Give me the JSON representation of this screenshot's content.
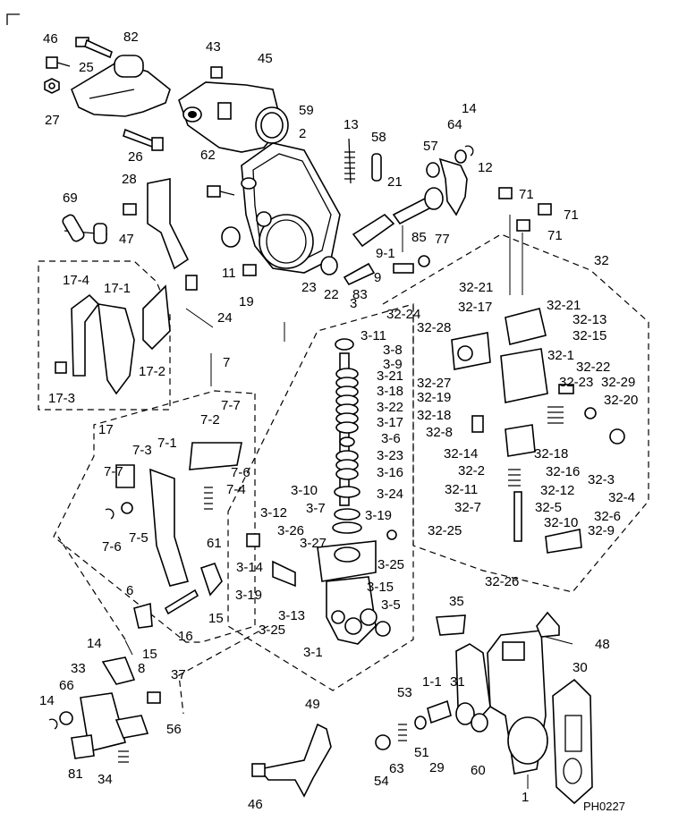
{
  "drawing_code": "PH0227",
  "labels": {
    "l46a": "46",
    "l25": "25",
    "l82": "82",
    "l43": "43",
    "l45": "45",
    "l27": "27",
    "l59": "59",
    "l13": "13",
    "l58": "58",
    "l14a": "14",
    "l64": "64",
    "l2": "2",
    "l57": "57",
    "l12": "12",
    "l26": "26",
    "l62": "62",
    "l28": "28",
    "l21": "21",
    "l71a": "71",
    "l71b": "71",
    "l71c": "71",
    "l69": "69",
    "l47": "47",
    "l85": "85",
    "l77": "77",
    "l9_1": "9-1",
    "l32": "32",
    "l11": "11",
    "l19": "19",
    "l23": "23",
    "l22": "22",
    "l9": "9",
    "l83": "83",
    "l17_4": "17-4",
    "l17_1": "17-1",
    "l24": "24",
    "l3": "3",
    "l32_21a": "32-21",
    "l32_21b": "32-21",
    "l32_24": "32-24",
    "l32_17": "32-17",
    "l32_13": "32-13",
    "l32_15": "32-15",
    "l3_11": "3-11",
    "l3_8": "3-8",
    "l3_9": "3-9",
    "l3_21": "3-21",
    "l32_28": "32-28",
    "l32_1": "32-1",
    "l32_22": "32-22",
    "l32_29": "32-29",
    "l17_2": "17-2",
    "l17_3": "17-3",
    "l3_18": "3-18",
    "l32_27": "32-27",
    "l32_23": "32-23",
    "l32_20": "32-20",
    "l3_22": "3-22",
    "l32_19": "32-19",
    "l3_17": "3-17",
    "l17": "17",
    "l32_18a": "32-18",
    "l32_8": "32-8",
    "l7": "7",
    "l7_7a": "7-7",
    "l7_2": "7-2",
    "l3_6": "3-6",
    "l7_1": "7-1",
    "l3_23": "3-23",
    "l32_14": "32-14",
    "l32_18b": "32-18",
    "l7_3": "7-3",
    "l3_16": "3-16",
    "l32_2": "32-2",
    "l32_16": "32-16",
    "l32_3": "32-3",
    "l7_6a": "7-6",
    "l7_7b": "7-7",
    "l32_11": "32-11",
    "l32_12": "32-12",
    "l32_4": "32-4",
    "l7_4": "7-4",
    "l3_10": "3-10",
    "l3_24": "3-24",
    "l32_7": "32-7",
    "l32_5": "32-5",
    "l3_12": "3-12",
    "l3_7": "3-7",
    "l3_19a": "3-19",
    "l32_10": "32-10",
    "l32_6": "32-6",
    "l32_25": "32-25",
    "l32_9": "32-9",
    "l7_6b": "7-6",
    "l7_5": "7-5",
    "l3_26": "3-26",
    "l3_27": "3-27",
    "l61": "61",
    "l3_25a": "3-25",
    "l3_14": "3-14",
    "l32_26": "32-26",
    "l6": "6",
    "l3_15": "3-15",
    "l35": "35",
    "l3_19b": "3-19",
    "l3_5": "3-5",
    "l15a": "15",
    "l3_13": "3-13",
    "l15b": "15",
    "l3_25b": "3-25",
    "l16": "16",
    "l48": "48",
    "l3_1": "3-1",
    "l14b": "14",
    "l8": "8",
    "l33": "33",
    "l30": "30",
    "l37": "37",
    "l66": "66",
    "l53": "53",
    "l1_1": "1-1",
    "l31": "31",
    "l14c": "14",
    "l49": "49",
    "l56": "56",
    "l51": "51",
    "l63": "63",
    "l29": "29",
    "l60": "60",
    "l54": "54",
    "l81": "81",
    "l34": "34",
    "l1": "1",
    "l46b": "46"
  }
}
